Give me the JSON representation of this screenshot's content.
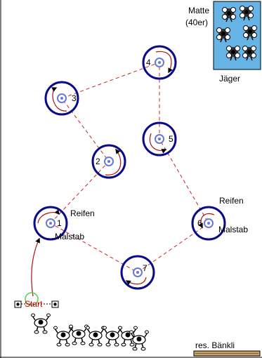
{
  "colors": {
    "background": "#ffffff",
    "frame": "#000000",
    "mat_fill": "#66b3e6",
    "hoop_ring": "#0a0a8a",
    "stick_marker": "#6a78d8",
    "path_dashed": "#cc2222",
    "run_line": "#b01010",
    "start_circle": "#55cc55",
    "start_text": "#cc0000",
    "bench": "#c8a070"
  },
  "labels": {
    "mat_line1": "Matte",
    "mat_line2": "(40er)",
    "hunters": "Jäger",
    "hoop_label_left": "Reifen",
    "stick_label_left": "Malstab",
    "hoop_label_right": "Reifen",
    "stick_label_right": "Malstab",
    "start": "Start",
    "reserve_bench": "res. Bänkli"
  },
  "stations": [
    {
      "number": "1"
    },
    {
      "number": "2"
    },
    {
      "number": "3"
    },
    {
      "number": "4"
    },
    {
      "number": "5"
    },
    {
      "number": "6"
    },
    {
      "number": "7"
    }
  ],
  "icons": {
    "hunter": "hunter-figure-icon",
    "runner": "runner-figure-icon",
    "cone": "cone-marker-icon",
    "hoop": "hoop-icon",
    "stick": "malstab-icon",
    "bench": "bench-icon"
  }
}
